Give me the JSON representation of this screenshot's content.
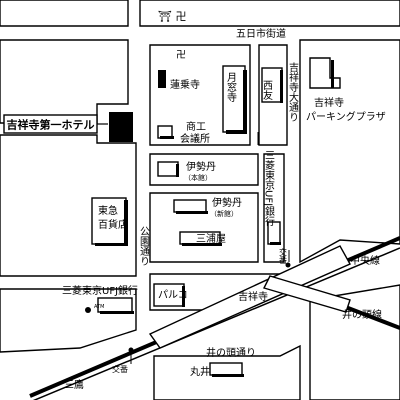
{
  "map": {
    "hotel": {
      "label": "吉祥寺第一ホテル"
    },
    "streets": {
      "gokaichi": "五日市街道",
      "kichijoji_odori": "吉祥寺大通り",
      "koen_dori": "公園通り",
      "inokashira_dori": "井の頭通り"
    },
    "railways": {
      "chuo_line": "中央線",
      "inokashira_line": "井の頭線",
      "mitaka": "三鷹"
    },
    "station": {
      "label": "吉祥寺"
    },
    "landmarks": {
      "rengeji": "蓮乗寺",
      "gessoji": "月窓寺",
      "saiyu": "西友",
      "shoko_line1": "商工",
      "shoko_line2": "会議所",
      "parking_line1": "吉祥寺",
      "parking_line2": "パーキングプラザ",
      "isetan_main": "伊勢丹",
      "isetan_main_sub": "（本館）",
      "isetan_new": "伊勢丹",
      "isetan_new_sub": "（新館）",
      "tokyu_line1": "東急",
      "tokyu_line2": "百貨店",
      "miuraya": "三浦屋",
      "mufg_vertical": "三菱東京UFJ銀行",
      "mufg_horizontal": "三菱東京UFJ銀行",
      "parco": "パルコ",
      "marui": "丸井",
      "atm": "ATM"
    },
    "police": {
      "koban_top": "交番",
      "koban_bottom": "交番"
    }
  }
}
